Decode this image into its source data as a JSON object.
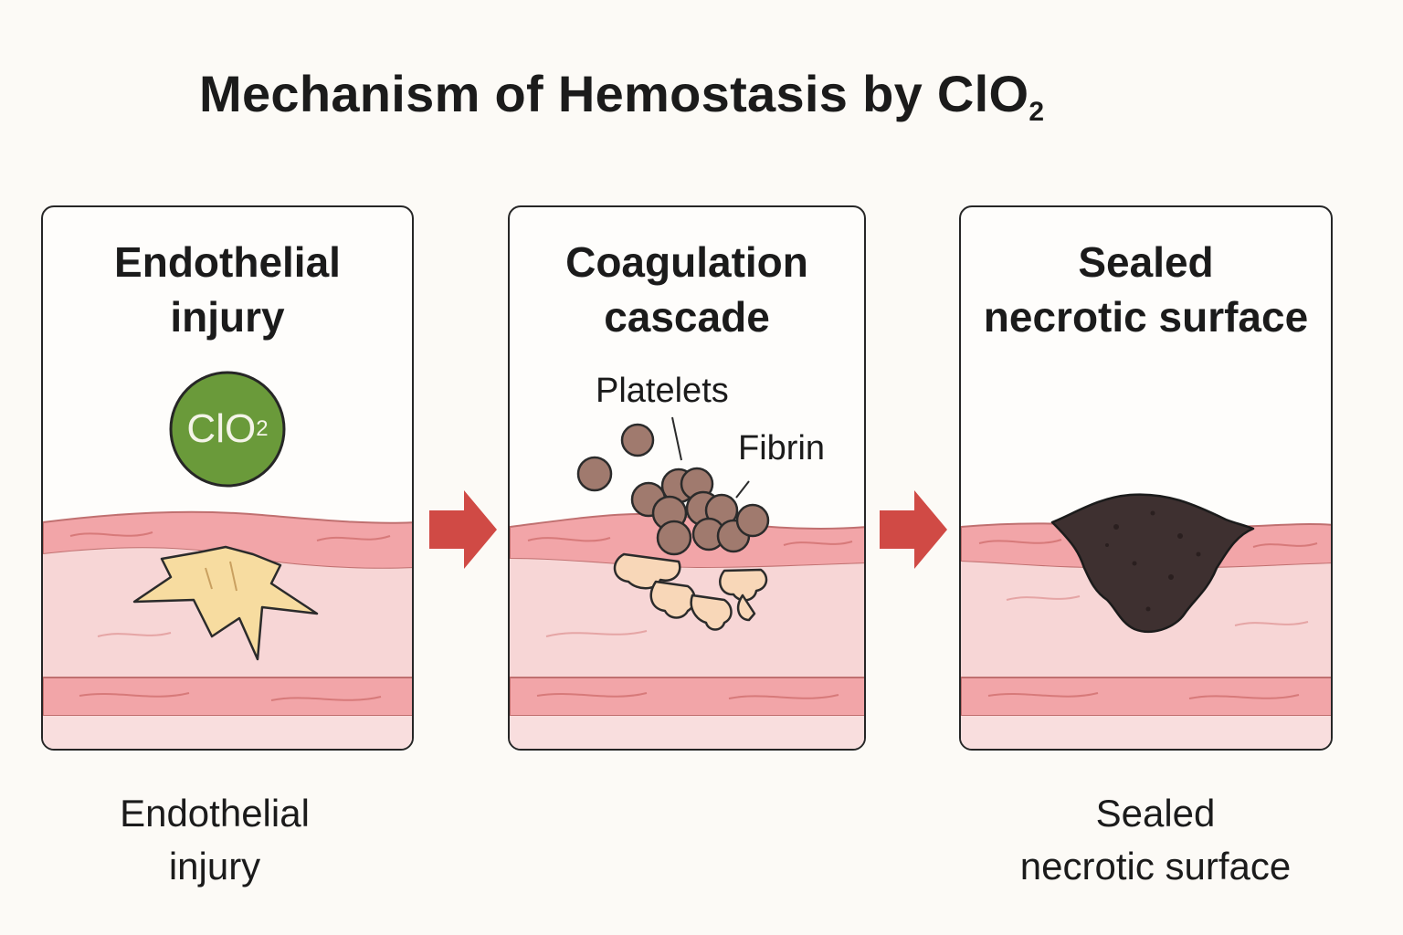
{
  "title": {
    "main": "Mechanism of Hemostasis by ClO",
    "subscript": "2"
  },
  "panels": [
    {
      "title": "Endothelial\ninjury",
      "badge": {
        "text": "ClO",
        "subscript": "2",
        "color": "#6a9a3a"
      }
    },
    {
      "title": "Coagulation\ncascade",
      "labels": {
        "platelets": "Platelets",
        "fibrin": "Fibrin"
      }
    },
    {
      "title": "Sealed\nnecrotic surface"
    }
  ],
  "captions": {
    "left": "Endothelial\ninjury",
    "right": "Sealed\nnecrotic surface"
  },
  "colors": {
    "arrow": "#d04a45",
    "vessel_wall": "#f2a5a8",
    "tissue": "#f7d6d6",
    "injury": "#f7dca0",
    "platelet": "#a07a6e",
    "fibrin": "#f8d7b8",
    "necrotic": "#3e3030"
  }
}
